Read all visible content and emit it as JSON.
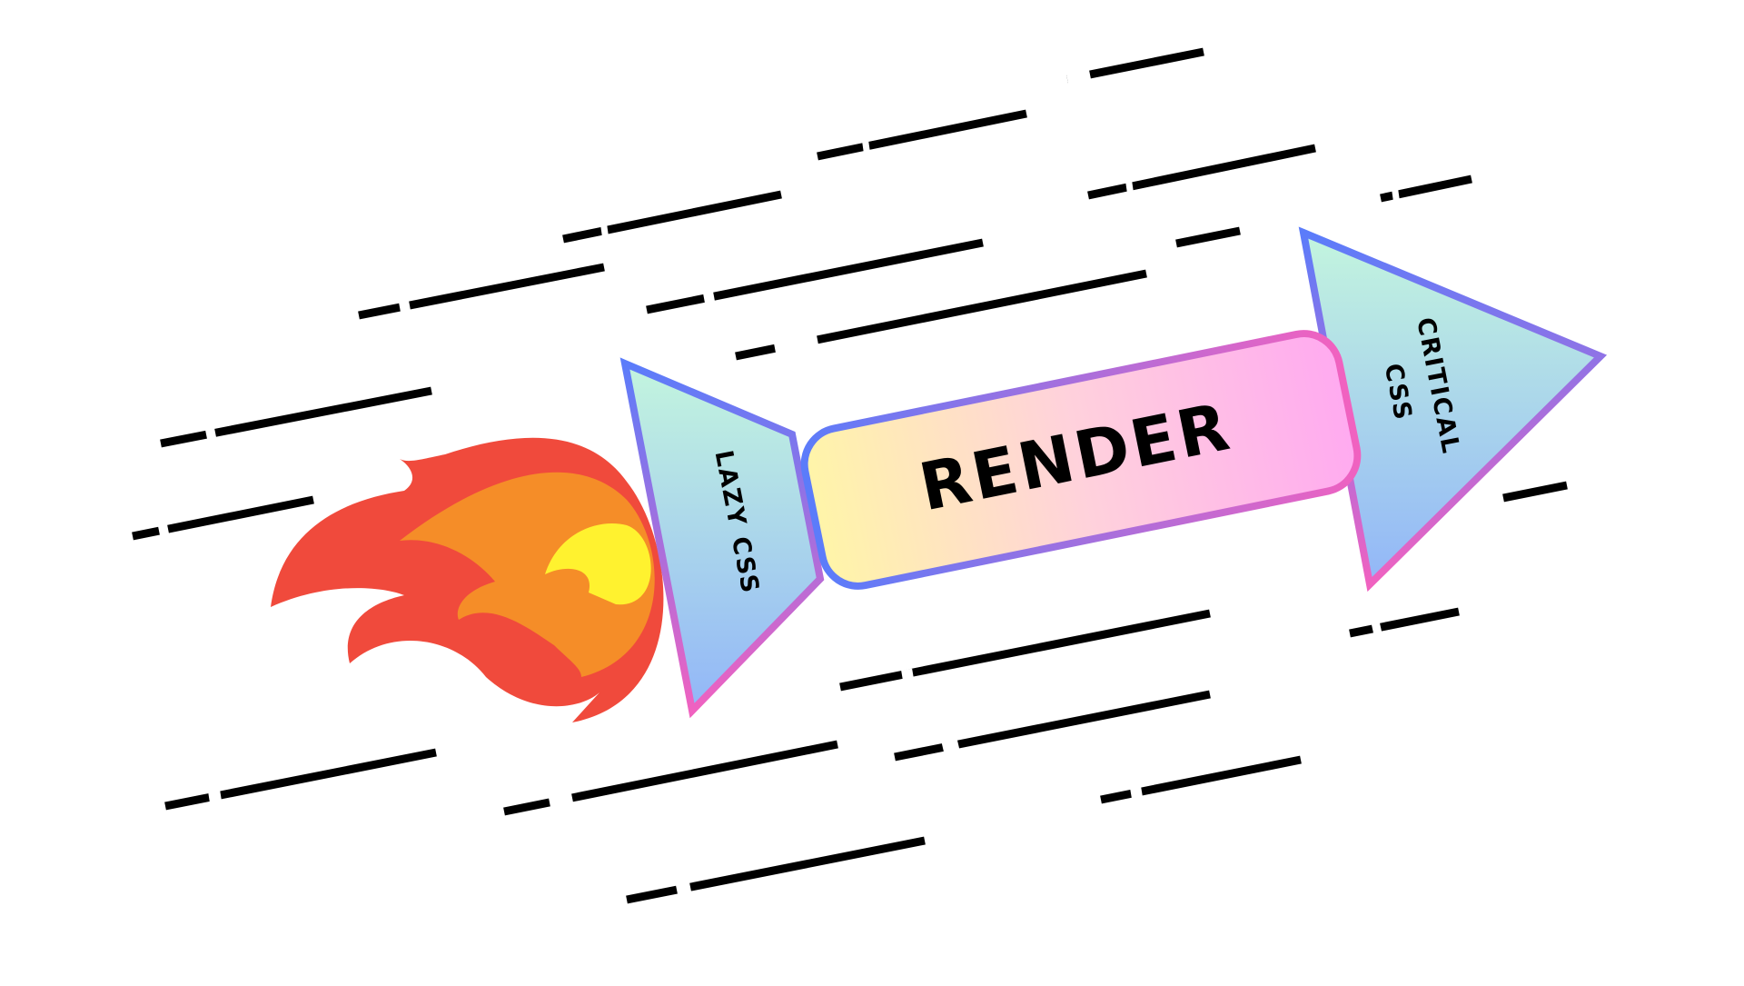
{
  "labels": {
    "main": "RENDER",
    "left": "LAZY CSS",
    "right_line1": "CRITICAL",
    "right_line2": "CSS"
  },
  "colors": {
    "stroke": "#000000",
    "border_start": "#5b7cfa",
    "border_end": "#f062c0",
    "body_gradient": [
      "#fff5a8",
      "#ffd1dc",
      "#ffaaf0"
    ],
    "fin_gradient": [
      "#c3f5de",
      "#92b6f8"
    ],
    "flame_outer": "#f04a3c",
    "flame_mid": "#f58d28",
    "flame_core": "#fff22f"
  },
  "icons": {
    "flame": "fire-icon",
    "speed": "speed-lines"
  }
}
